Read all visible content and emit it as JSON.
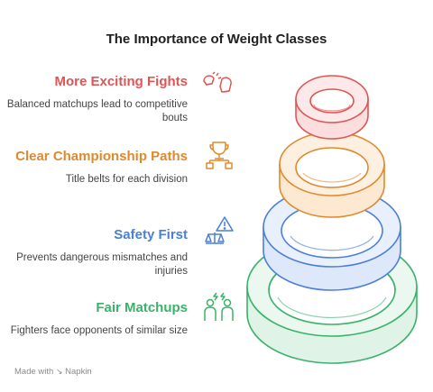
{
  "title": "The Importance of Weight Classes",
  "items": [
    {
      "heading": "More Exciting Fights",
      "description": "Balanced matchups lead to competitive bouts",
      "color": "#e05454",
      "icon": "boxing-gloves-icon"
    },
    {
      "heading": "Clear Championship Paths",
      "description": "Title belts for each division",
      "color": "#e0892c",
      "icon": "trophy-hierarchy-icon"
    },
    {
      "heading": "Safety First",
      "description": "Prevents dangerous mismatches and injuries",
      "color": "#4a7fd6",
      "icon": "warning-scale-icon"
    },
    {
      "heading": "Fair Matchups",
      "description": "Fighters face opponents of similar size",
      "color": "#3ab26a",
      "icon": "two-fighters-icon"
    }
  ],
  "footer": {
    "made_with": "Made with",
    "brand": "Napkin"
  }
}
